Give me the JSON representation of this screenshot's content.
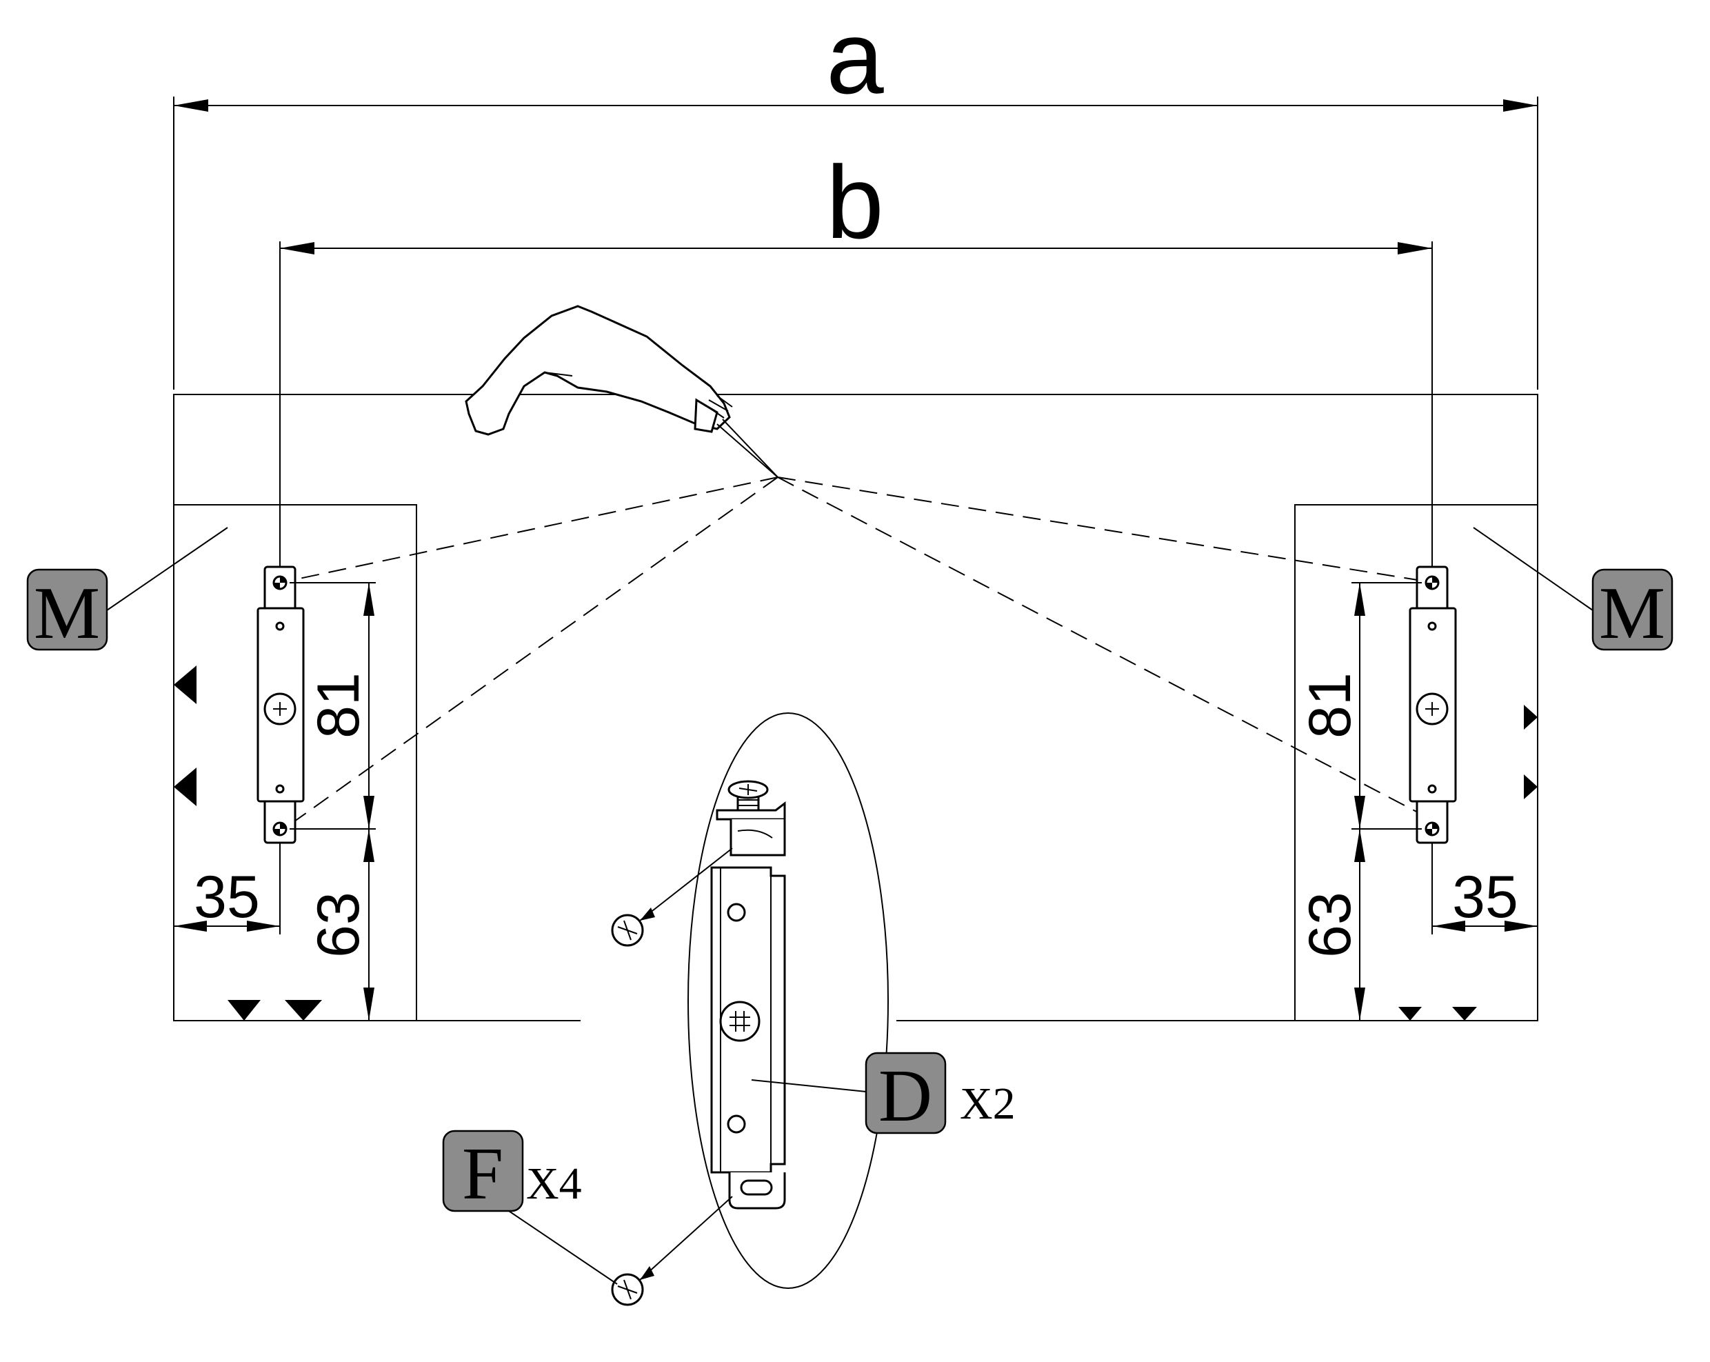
{
  "dimensions": {
    "overall_width_label": "a",
    "bracket_spacing_label": "b",
    "left": {
      "vertical_spacing": "81",
      "bottom_offset": "63",
      "edge_offset": "35"
    },
    "right": {
      "vertical_spacing": "81",
      "bottom_offset": "63",
      "edge_offset": "35"
    }
  },
  "parts": {
    "panel_left": {
      "letter": "M"
    },
    "panel_right": {
      "letter": "M"
    },
    "bracket": {
      "letter": "D",
      "quantity": "X2"
    },
    "screw": {
      "letter": "F",
      "quantity": "X4"
    }
  },
  "colors": {
    "line": "#000000",
    "badge_fill": "#8c8c8c",
    "background": "#ffffff"
  },
  "icons": [
    "drill-icon",
    "bracket-icon",
    "screw-icon"
  ]
}
